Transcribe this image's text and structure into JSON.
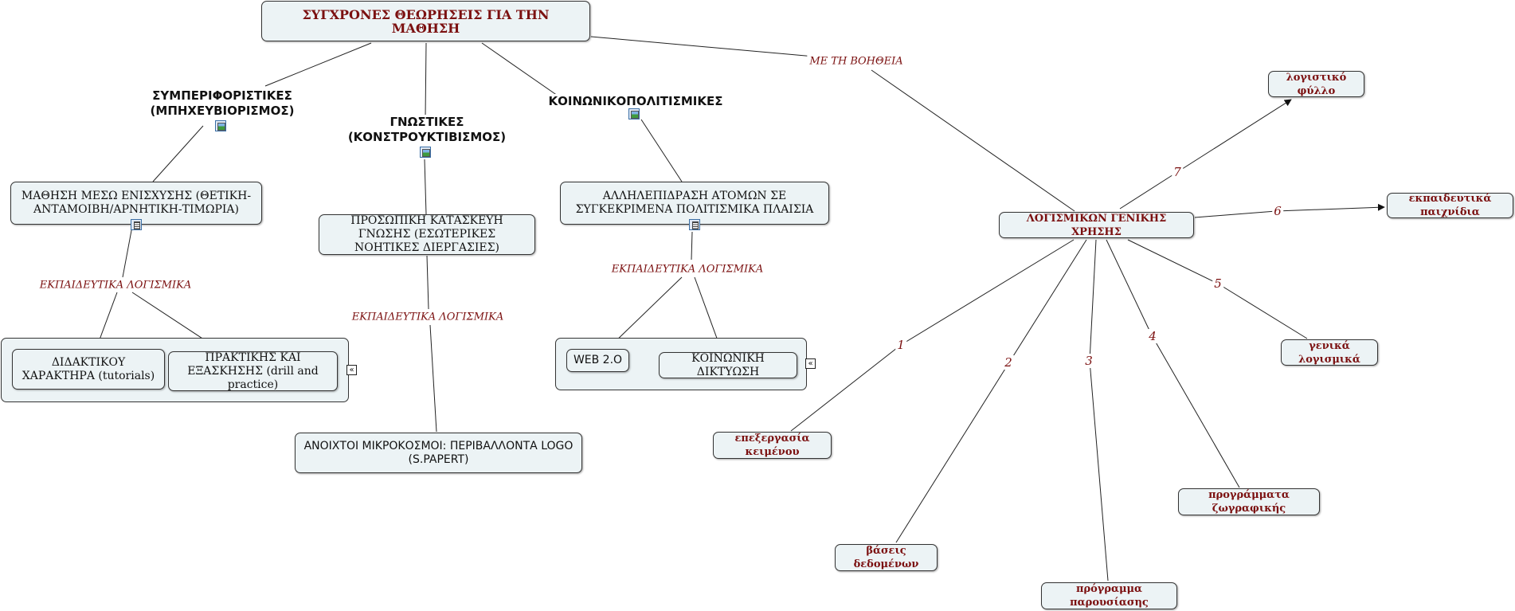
{
  "title": "ΣΥΓΧΡΟΝΕΣ ΘΕΩΡΗΣΕΙΣ ΓΙΑ ΤΗΝ ΜΑΘΗΣΗ",
  "theories": {
    "behaviorism": "ΣΥΜΠΕΡΙΦΟΡΙΣΤΙΚΕΣ (ΜΠΗΧΕΥΒΙΟΡΙΣΜΟΣ)",
    "cognitive": "ΓΝΩΣΤΙΚΕΣ (ΚΟΝΣΤΡΟΥΚΤΙΒΙΣΜΟΣ)",
    "sociocultural": "ΚΟΙΝΩΝΙΚΟΠΟΛΙΤΙΣΜΙΚΕΣ"
  },
  "nodes": {
    "reinforcement": "ΜΑΘΗΣΗ ΜΕΣΩ ΕΝΙΣΧΥΣΗΣ (ΘΕΤΙΚΗ-ΑΝΤΑΜΟΙΒΗ/ΑΡΝΗΤΙΚΗ-ΤΙΜΩΡΙΑ)",
    "personal_knowledge": "ΠΡΟΣΩΠΙΚΗ ΚΑΤΑΣΚΕΥΗ ΓΝΩΣΗΣ (ΕΣΩΤΕΡΙΚΕΣ ΝΟΗΤΙΚΕΣ ΔΙΕΡΓΑΣΙΕΣ)",
    "interaction": "ΑΛΛΗΛΕΠΙΔΡΑΣΗ ΑΤΟΜΩΝ ΣΕ ΣΥΓΚΕΚΡΙΜΕΝΑ ΠΟΛΙΤΙΣΜΙΚΑ ΠΛΑΙΣΙΑ",
    "tutorials": "ΔΙΔΑΚΤΙΚΟΥ ΧΑΡΑΚΤΗΡΑ (tutorials)",
    "drill": "ΠΡΑΚΤΙΚΗΣ ΚΑΙ ΕΞΑΣΚΗΣΗΣ (drill and practice)",
    "microworlds": "ΑΝΟΙΧΤΟΙ ΜΙΚΡΟΚΟΣΜΟΙ: ΠΕΡΙΒΑΛΛΟΝΤΑ LOGO (S.PAPERT)",
    "web20": "WEB 2.O",
    "social_net": "ΚΟΙΝΩΝΙΚΗ ΔΙΚΤΥΩΣΗ",
    "general_software": "ΛΟΓΙΣΜΙΚΩΝ ΓΕΝΙΚΗΣ ΧΡΗΣΗΣ"
  },
  "links": {
    "edu_software": "ΕΚΠΑΙΔΕΥΤΙΚΑ ΛΟΓΙΣΜΙΚΑ",
    "with_help": "ΜΕ ΤΗ ΒΟΗΘΕΙΑ"
  },
  "software": {
    "word": "επεξεργασία κειμένου",
    "databases": "βάσεις δεδομένων",
    "presentation": "πρόγραμμα παρουσίασης",
    "paint": "προγράμματα ζωγραφικής",
    "general": "γενικά λογισμικά",
    "games": "εκπαιδευτικά παιχνίδια",
    "spreadsheet": "λογιστικό φύλλο"
  },
  "numbers": [
    "1",
    "2",
    "3",
    "4",
    "5",
    "6",
    "7"
  ],
  "icons": {
    "image": "image-icon",
    "document": "document-icon",
    "collapse": "collapse-icon"
  },
  "colors": {
    "node_fill": "#ecf3f5",
    "label_red": "#7b1010",
    "edge": "#222222"
  }
}
